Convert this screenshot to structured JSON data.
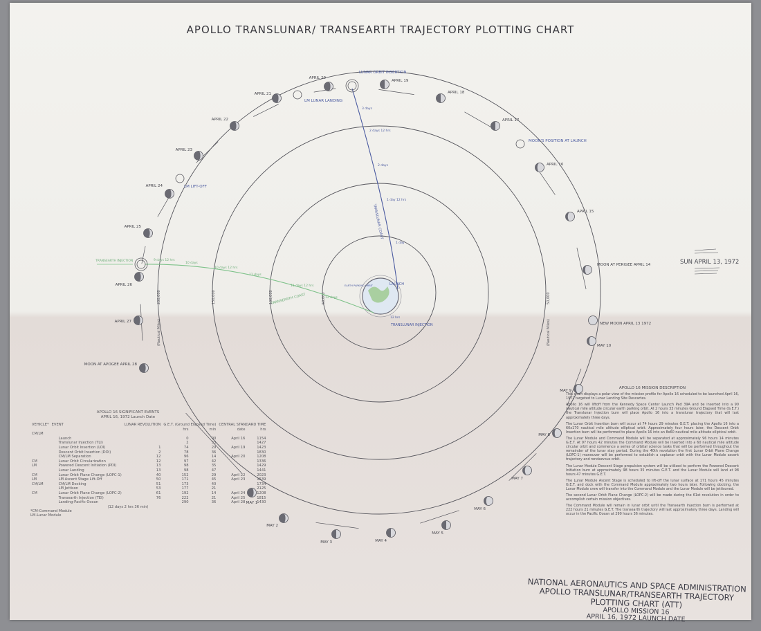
{
  "title": "APOLLO TRANSLUNAR/ TRANSEARTH TRAJECTORY PLOTTING CHART",
  "colors": {
    "paper": "#f1f0ec",
    "ink": "#3b3b40",
    "translunar": "#4a5aa0",
    "transearth": "#7fc28a"
  },
  "rings": {
    "r1": "50,000",
    "r2": "100,000",
    "r3": "150,000",
    "r4": "200,000",
    "unit": "(Nautical Miles)",
    "r_right": "50,000"
  },
  "moons": [
    {
      "label": "APRIL 13 1972",
      "prefix": "NEW MOON",
      "phase": "new"
    },
    {
      "label": "MOON AT PERIGEE APRIL 14",
      "phase": "crescent"
    },
    {
      "label": "APRIL 15",
      "phase": "crescent"
    },
    {
      "label": "APRIL 16",
      "phase": "crescent"
    },
    {
      "label": "MOON'S POSITION AT LAUNCH",
      "phase": "hollow"
    },
    {
      "label": "APRIL 17",
      "phase": "half"
    },
    {
      "label": "APRIL 18",
      "phase": "half"
    },
    {
      "label": "APRIL 19",
      "phase": "half"
    },
    {
      "label": "LUNAR ORBIT INSERTION",
      "phase": "ring"
    },
    {
      "label": "APRIL 20",
      "phase": "gibbous"
    },
    {
      "label": "LM LUNAR LANDING",
      "phase": "hollow"
    },
    {
      "label": "APRIL 21",
      "phase": "gibbous"
    },
    {
      "label": "APRIL 22",
      "phase": "gibbous"
    },
    {
      "label": "APRIL 23",
      "phase": "gibbous"
    },
    {
      "label": "LM LIFT-OFF",
      "phase": "hollow"
    },
    {
      "label": "APRIL 24",
      "phase": "gibbous"
    },
    {
      "label": "APRIL 25",
      "phase": "gibbous"
    },
    {
      "label": "TRANSEARTH INJECTION",
      "phase": "ring"
    },
    {
      "label": "APRIL 26",
      "phase": "gibbous"
    },
    {
      "label": "APRIL 27",
      "phase": "gibbous"
    },
    {
      "label": "MOON AT APOGEE APRIL 28",
      "phase": "gibbous"
    },
    {
      "label": "MAY 1",
      "phase": "gibbous"
    },
    {
      "label": "MAY 2",
      "phase": "gibbous"
    },
    {
      "label": "MAY 3",
      "phase": "half"
    },
    {
      "label": "MAY 4",
      "phase": "half"
    },
    {
      "label": "MAY 5",
      "phase": "half"
    },
    {
      "label": "MAY 6",
      "phase": "crescent"
    },
    {
      "label": "MAY 7",
      "phase": "crescent"
    },
    {
      "label": "MAY 8",
      "phase": "crescent"
    },
    {
      "label": "MAY 9",
      "phase": "crescent"
    },
    {
      "label": "MAY 10",
      "phase": "crescent"
    }
  ],
  "sun": "SUN APRIL 13, 1972",
  "translunar": {
    "name": "TRANSLUNAR COAST",
    "launch": "LAUNCH",
    "tli": "TRANSLUNAR INJECTION",
    "parking": "EARTH PARKING ORBIT",
    "marks": [
      "12 hrs",
      "1 day",
      "1 day 12 hrs",
      "2 days",
      "2 days 12 hrs",
      "3 days"
    ]
  },
  "transearth": {
    "name": "TRANSEARTH COAST",
    "tei": "TRANSEARTH INJECTION",
    "marks": [
      "9 days 12 hrs",
      "10 days",
      "10 days 12 hrs",
      "11 days",
      "11 days 12 hrs",
      "12 days"
    ]
  },
  "events": {
    "title": "APOLLO 16 SIGNIFICANT EVENTS",
    "subtitle": "APRIL 16, 1972 Launch Date",
    "headers": {
      "vehicle": "VEHICLE*",
      "event": "EVENT",
      "rev": "LUNAR REVOLUTION",
      "get": "G.E.T.",
      "get_sub": "(Ground Elapsed Time)",
      "cst": "CENTRAL STANDARD TIME",
      "hrs": "hrs",
      "min": "min",
      "date": "date",
      "time": "hrs"
    },
    "rows": [
      {
        "vehicle": "CM/LM",
        "event": "",
        "rev": "",
        "hrs": "",
        "min": "",
        "date": "",
        "time": ""
      },
      {
        "vehicle": "",
        "event": "Launch",
        "rev": "",
        "hrs": "0",
        "min": "00",
        "date": "April 16",
        "time": "1154"
      },
      {
        "vehicle": "",
        "event": "Translunar Injection (TLI)",
        "rev": "",
        "hrs": "2",
        "min": "33",
        "date": "",
        "time": "1427"
      },
      {
        "vehicle": "",
        "event": "Lunar Orbit Insertion (LOI)",
        "rev": "1",
        "hrs": "74",
        "min": "29",
        "date": "April 19",
        "time": "1423"
      },
      {
        "vehicle": "",
        "event": "Descent Orbit Insertion (DOI)",
        "rev": "2",
        "hrs": "78",
        "min": "36",
        "date": "",
        "time": "1830"
      },
      {
        "vehicle": "",
        "event": "CM/LM Separation",
        "rev": "12",
        "hrs": "96",
        "min": "14",
        "date": "April 20",
        "time": "1208"
      },
      {
        "vehicle": "CM",
        "event": "Lunar Orbit Circularization",
        "rev": "12",
        "hrs": "97",
        "min": "42",
        "date": "",
        "time": "1336"
      },
      {
        "vehicle": "LM",
        "event": "Powered Descent Initiation (PDI)",
        "rev": "13",
        "hrs": "98",
        "min": "35",
        "date": "",
        "time": "1429"
      },
      {
        "vehicle": "",
        "event": "Lunar Landing",
        "rev": "13",
        "hrs": "98",
        "min": "47",
        "date": "",
        "time": "1441"
      },
      {
        "vehicle": "CM",
        "event": "Lunar Orbit Plane Change (LOPC-1)",
        "rev": "40",
        "hrs": "152",
        "min": "29",
        "date": "April 22",
        "time": "2023"
      },
      {
        "vehicle": "LM",
        "event": "LM Ascent Stage Lift-Off",
        "rev": "50",
        "hrs": "171",
        "min": "45",
        "date": "April 23",
        "time": "1539"
      },
      {
        "vehicle": "CM/LM",
        "event": "CM/LM Docking",
        "rev": "51",
        "hrs": "173",
        "min": "40",
        "date": "",
        "time": "1734"
      },
      {
        "vehicle": "",
        "event": "LM Jettison",
        "rev": "53",
        "hrs": "177",
        "min": "21",
        "date": "",
        "time": "2125"
      },
      {
        "vehicle": "CM",
        "event": "Lunar Orbit Plane Change (LOPC-2)",
        "rev": "61",
        "hrs": "192",
        "min": "14",
        "date": "April 24",
        "time": "1208"
      },
      {
        "vehicle": "",
        "event": "Transearth Injection (TEI)",
        "rev": "76",
        "hrs": "222",
        "min": "21",
        "date": "April 25",
        "time": "1815"
      },
      {
        "vehicle": "",
        "event": "Landing-Pacific Ocean",
        "rev": "",
        "hrs": "290",
        "min": "36",
        "date": "April 28",
        "time": "1430"
      }
    ],
    "duration": "(12 days 2 hrs 36 min)",
    "footnote1": "*CM-Command Module",
    "footnote2": "LM-Lunar Module"
  },
  "description": {
    "title": "APOLLO 16 MISSION DESCRIPTION",
    "paragraphs": [
      "This chart displays a polar view of the mission profile for Apollo 16 scheduled to be launched April 16, 1972 targeted to Lunar Landing Site Descartes.",
      "Apollo 16 will liftoff from the Kennedy Space Center Launch Pad 39A and be inserted into a 90 nautical mile altitude circular earth parking orbit. At 2 hours 33 minutes Ground Elapsed Time (G.E.T.) the Translunar Injection burn will place Apollo 16 into a translunar trajectory that will last approximately three days.",
      "The Lunar Orbit Insertion burn will occur at 74 hours 29 minutes G.E.T. placing the Apollo 16 into a 60x170 nautical mile altitude elliptical orbit. Approximately four hours later, the Descent Orbit Insertion burn will be performed to place Apollo 16 into an 8x60 nautical mile altitude elliptical orbit.",
      "The Lunar Module and Command Module will be separated at approximately 96 hours 14 minutes G.E.T. At 97 hours 42 minutes the Command Module will be inserted into a 60 nautical mile altitude circular orbit and commence a series of orbital science tasks that will be performed throughout the remainder of the lunar stay period. During the 40th revolution the first Lunar Orbit Plane Change (LOPC-1) maneuver will be performed to establish a coplanar orbit with the Lunar Module ascent trajectory and rendezvous orbit.",
      "The Lunar Module Descent Stage propulsion system will be utilized to perform the Powered Descent Initiation burn at approximately 98 hours 35 minutes G.E.T. and the Lunar Module will land at 98 hours 47 minutes G.E.T.",
      "The Lunar Module Ascent Stage is scheduled to lift-off the lunar surface at 171 hours 45 minutes G.E.T. and dock with the Command Module approximately two hours later. Following docking, the Lunar Module crew will transfer into the Command Module and the Lunar Module will be jettisoned.",
      "The second Lunar Orbit Plane Change (LOPC-2) will be made during the 61st revolution in order to accomplish certain mission objectives.",
      "The Command Module will remain in lunar orbit until the Transearth Injection burn is performed at 222 hours 21 minutes G.E.T. The transearth trajectory will last approximately three days. Landing will occur in the Pacific Ocean at 290 hours 36 minutes."
    ]
  },
  "footer": {
    "line1": "NATIONAL AERONAUTICS AND SPACE ADMINISTRATION",
    "line2": "APOLLO TRANSLUNAR/TRANSEARTH TRAJECTORY",
    "line3": "PLOTTING CHART (ATT)",
    "line4": "APOLLO MISSION 16",
    "line5": "APRIL 16, 1972 LAUNCH DATE"
  }
}
